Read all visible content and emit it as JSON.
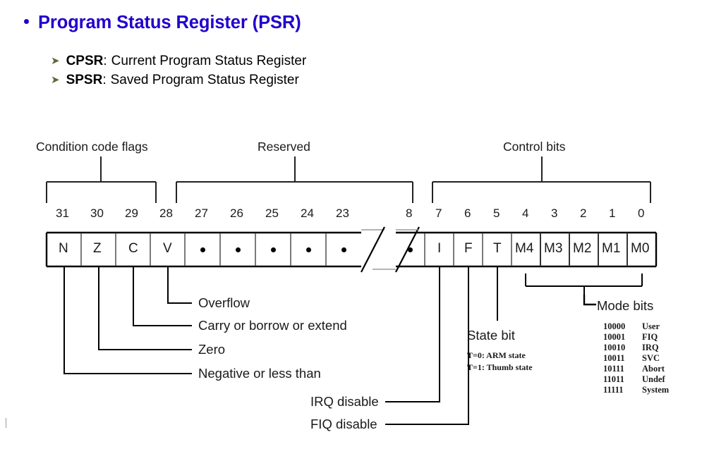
{
  "slide": {
    "title": "Program Status Register (PSR)",
    "bullet_icon": "bullet-dot-icon",
    "sub_bullets": [
      {
        "arrow_icon": "arrow-right-icon",
        "key": "CPSR",
        "sep": ":",
        "value": "Current Program Status Register"
      },
      {
        "arrow_icon": "arrow-right-icon",
        "key": "SPSR",
        "sep": ":",
        "value": "Saved Program Status Register"
      }
    ]
  },
  "colors": {
    "title_blue": "#2200cc",
    "arrow_olive": "#5a6a3a",
    "ink": "#1a1a1a",
    "background": "#ffffff"
  },
  "diagram": {
    "group_labels": [
      {
        "name": "condition-code-flags",
        "text": "Condition code flags"
      },
      {
        "name": "reserved",
        "text": "Reserved"
      },
      {
        "name": "control-bits",
        "text": "Control bits"
      }
    ],
    "bit_numbers_left": [
      "31",
      "30",
      "29",
      "28",
      "27",
      "26",
      "25",
      "24",
      "23"
    ],
    "bit_numbers_right": [
      "8",
      "7",
      "6",
      "5",
      "4",
      "3",
      "2",
      "1",
      "0"
    ],
    "cells_left": [
      {
        "label": "N",
        "kind": "text"
      },
      {
        "label": "Z",
        "kind": "text"
      },
      {
        "label": "C",
        "kind": "text"
      },
      {
        "label": "V",
        "kind": "text"
      },
      {
        "label": "",
        "kind": "dot"
      },
      {
        "label": "",
        "kind": "dot"
      },
      {
        "label": "",
        "kind": "dot"
      },
      {
        "label": "",
        "kind": "dot"
      },
      {
        "label": "",
        "kind": "dot"
      }
    ],
    "cells_right": [
      {
        "label": "",
        "kind": "dot"
      },
      {
        "label": "I",
        "kind": "text"
      },
      {
        "label": "F",
        "kind": "text"
      },
      {
        "label": "T",
        "kind": "text"
      },
      {
        "label": "M4",
        "kind": "text"
      },
      {
        "label": "M3",
        "kind": "text"
      },
      {
        "label": "M2",
        "kind": "text"
      },
      {
        "label": "M1",
        "kind": "text"
      },
      {
        "label": "M0",
        "kind": "text"
      }
    ],
    "flag_annotations": [
      {
        "name": "overflow",
        "text": "Overflow"
      },
      {
        "name": "carry",
        "text": "Carry or borrow or extend"
      },
      {
        "name": "zero",
        "text": "Zero"
      },
      {
        "name": "negative",
        "text": "Negative or less than"
      }
    ],
    "interrupt_annotations": [
      {
        "name": "irq-disable",
        "text": "IRQ disable"
      },
      {
        "name": "fiq-disable",
        "text": "FIQ disable"
      }
    ],
    "state_bit": {
      "label": "State bit",
      "lines": [
        "T=0: ARM state",
        "T=1: Thumb state"
      ]
    },
    "mode_bits": {
      "label": "Mode bits",
      "rows": [
        {
          "code": "10000",
          "name": "User"
        },
        {
          "code": "10001",
          "name": "FIQ"
        },
        {
          "code": "10010",
          "name": "IRQ"
        },
        {
          "code": "10011",
          "name": "SVC"
        },
        {
          "code": "10111",
          "name": "Abort"
        },
        {
          "code": "11011",
          "name": "Undef"
        },
        {
          "code": "11111",
          "name": "System"
        }
      ]
    }
  }
}
